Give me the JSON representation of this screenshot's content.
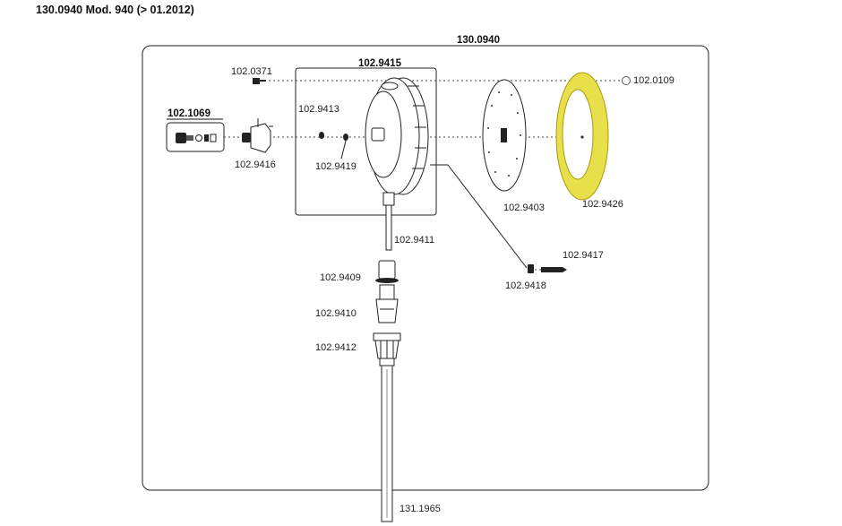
{
  "header": {
    "title": "130.0940 Mod. 940 (> 01.2012)"
  },
  "assembly": {
    "main_number": "130.0940",
    "subassembly_number": "102.9415",
    "kit_number": "102.1069"
  },
  "parts": [
    {
      "id": "p-0371",
      "number": "102.0371"
    },
    {
      "id": "p-0109",
      "number": "102.0109"
    },
    {
      "id": "p-9413",
      "number": "102.9413"
    },
    {
      "id": "p-9416",
      "number": "102.9416"
    },
    {
      "id": "p-9419",
      "number": "102.9419"
    },
    {
      "id": "p-9403",
      "number": "102.9403"
    },
    {
      "id": "p-9426",
      "number": "102.9426",
      "highlighted": true
    },
    {
      "id": "p-9411",
      "number": "102.9411"
    },
    {
      "id": "p-9417",
      "number": "102.9417"
    },
    {
      "id": "p-9418",
      "number": "102.9418"
    },
    {
      "id": "p-9409",
      "number": "102.9409"
    },
    {
      "id": "p-9410",
      "number": "102.9410"
    },
    {
      "id": "p-9412",
      "number": "102.9412"
    },
    {
      "id": "p-1965",
      "number": "131.1965"
    }
  ],
  "colors": {
    "highlight": "#e8e04a",
    "highlight_stroke": "#a89a10",
    "outline": "#222222"
  }
}
